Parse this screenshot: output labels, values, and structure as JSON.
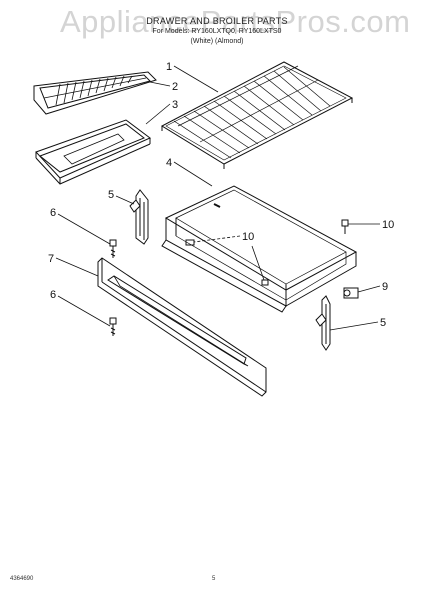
{
  "header": {
    "title": "DRAWER AND BROILER PARTS",
    "models": "For Models: RY160LXTQ0, RY160LXTS0",
    "colors": "(White)          (Almond)"
  },
  "watermark": "AppliancePartsPros.com",
  "callouts": [
    "1",
    "2",
    "3",
    "4",
    "5",
    "6",
    "7",
    "6",
    "10",
    "10",
    "9",
    "5"
  ],
  "footer": {
    "doc_number": "4364690",
    "page": "5"
  },
  "colors": {
    "line": "#111111",
    "watermark": "#888888"
  }
}
